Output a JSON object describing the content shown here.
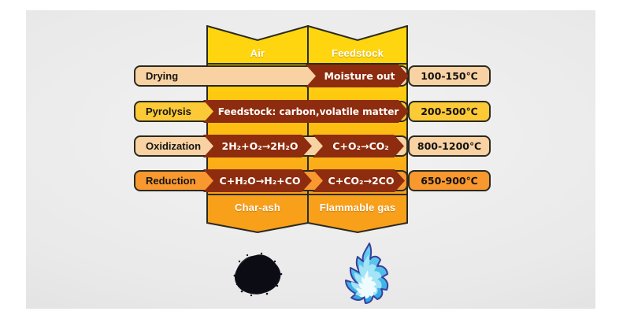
{
  "title": "Gasification process diagram",
  "colors": {
    "banner_yellow": "#ffd50f",
    "banner_orange": "#f9a01b",
    "chevron_brown": "#8d2c0e",
    "row_peach": "#f8d2a2",
    "row_yellow": "#fcc937",
    "row_orange": "#f8982f",
    "outline": "#2a2a20",
    "panel_gray": "#e9e9e9"
  },
  "banners": {
    "top": [
      {
        "label": "Air"
      },
      {
        "label": "Feedstock"
      }
    ],
    "bottom": [
      {
        "label": "Char-ash"
      },
      {
        "label": "Flammable gas"
      }
    ]
  },
  "rows": [
    {
      "label": "Drying",
      "chevrons": [
        "Moisture out"
      ],
      "temp": "100-150℃"
    },
    {
      "label": "Pyrolysis",
      "chevrons": [
        "Feedstock: carbon,volatile matter"
      ],
      "temp": "200-500℃"
    },
    {
      "label": "Oxidization",
      "chevrons": [
        "2H₂+O₂→2H₂O",
        "C+O₂→CO₂"
      ],
      "temp": "800-1200℃"
    },
    {
      "label": "Reduction",
      "chevrons": [
        "C+H₂O→H₂+CO",
        "C+CO₂→2CO"
      ],
      "temp": "650-900℃"
    }
  ],
  "illustrations": [
    {
      "name": "char-powder"
    },
    {
      "name": "blue-flame"
    }
  ]
}
